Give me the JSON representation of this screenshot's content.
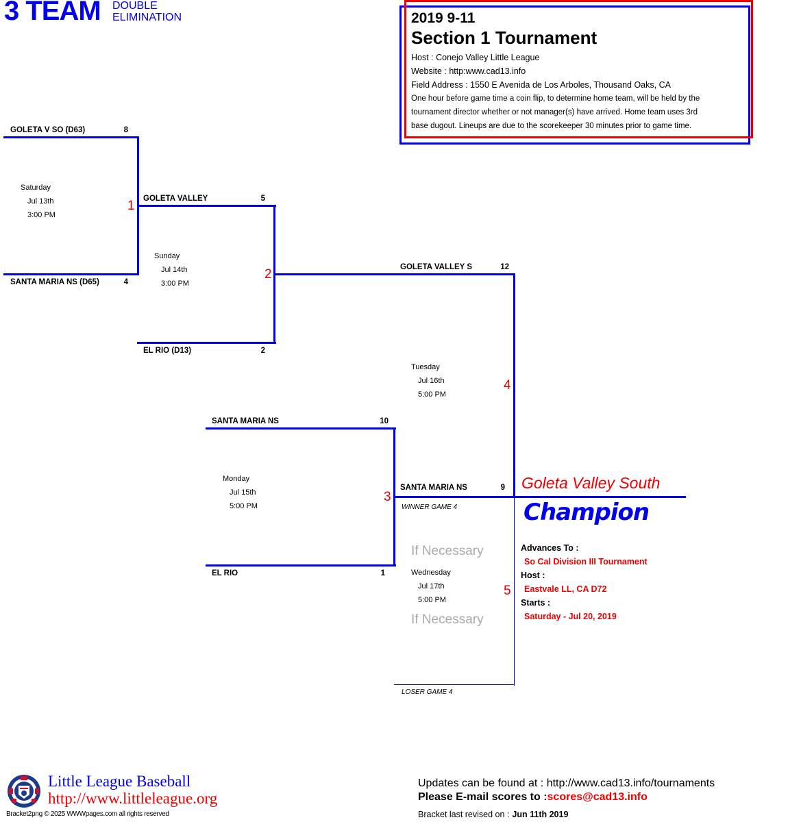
{
  "header": {
    "title": "3 TEAM",
    "format_line1": "DOUBLE",
    "format_line2": "ELIMINATION"
  },
  "info": {
    "year_division": "2019 9-11",
    "tournament_name": "Section 1 Tournament",
    "host": "Host : Conejo Valley Little League",
    "website": "Website : http:www.cad13.info",
    "field_address": "Field Address : 1550 E Avenida de Los Arboles, Thousand Oaks, CA",
    "note_line1": "One hour before game time a coin flip, to determine home team, will be held by the",
    "note_line2": "tournament director whether or not manager(s) have arrived. Home team uses 3rd",
    "note_line3": "base dugout. Lineups are due to the scorekeeper 30 minutes prior to game time.",
    "colors": {
      "inner_border": "#ee0000",
      "outer_border": "#0000ee"
    }
  },
  "games": [
    {
      "number": "1",
      "day": "Saturday",
      "date": "Jul 13th",
      "time": "3:00 PM",
      "top": {
        "team": "GOLETA V SO (D63)",
        "score": "8"
      },
      "bottom": {
        "team": "SANTA MARIA NS (D65)",
        "score": "4"
      }
    },
    {
      "number": "2",
      "day": "Sunday",
      "date": "Jul 14th",
      "time": "3:00 PM",
      "top": {
        "team": "GOLETA VALLEY",
        "score": "5"
      },
      "bottom": {
        "team": "EL RIO (D13)",
        "score": "2"
      }
    },
    {
      "number": "3",
      "day": "Monday",
      "date": "Jul 15th",
      "time": "5:00 PM",
      "top": {
        "team": "SANTA MARIA NS",
        "score": "10"
      },
      "bottom": {
        "team": "EL RIO",
        "score": "1"
      }
    },
    {
      "number": "4",
      "day": "Tuesday",
      "date": "Jul 16th",
      "time": "5:00 PM",
      "top": {
        "team": "GOLETA VALLEY S",
        "score": "12"
      },
      "bottom": {
        "team": "SANTA MARIA NS",
        "score": "9"
      }
    },
    {
      "number": "5",
      "day": "Wednesday",
      "date": "Jul 17th",
      "time": "5:00 PM",
      "top_label": "WINNER GAME 4",
      "bottom_label": "LOSER GAME 4",
      "if_necessary": "If Necessary"
    }
  ],
  "champion": {
    "team": "Goleta Valley South",
    "label": "Champion",
    "advances_to_label": "Advances To :",
    "advances_to": "So Cal Division III Tournament",
    "host_label": "Host :",
    "host": "Eastvale LL, CA D72",
    "starts_label": "Starts :",
    "starts": "Saturday - Jul 20, 2019"
  },
  "footer": {
    "league_name": "Little League Baseball",
    "league_url": "http://www.littleleague.org",
    "copyright": "Bracket2png © 2025 WWWpages.com all rights reserved",
    "updates": "Updates can be found at : http://www.cad13.info/tournaments",
    "email_prefix": "Please E-mail scores to :",
    "email": "scores@cad13.info",
    "revised_label": "Bracket last revised on :",
    "revised_date": "Jun 11th 2019"
  },
  "colors": {
    "bracket_line": "#0000ee",
    "game_number": "#ee0000",
    "if_necessary": "#aaaaaa"
  }
}
